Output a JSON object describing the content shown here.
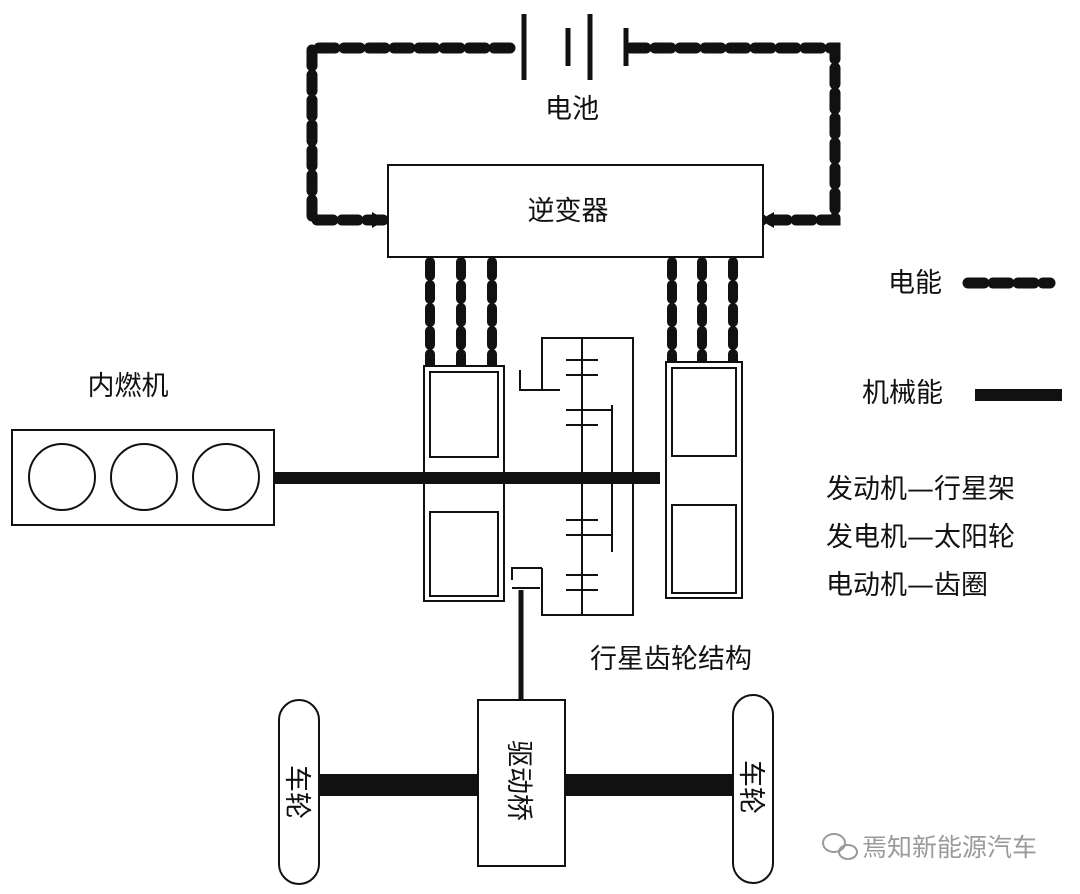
{
  "labels": {
    "battery": "电池",
    "inverter": "逆变器",
    "engine": "内燃机",
    "planetary": "行星齿轮结构",
    "drive_axle": "驱动桥",
    "wheel_left": "车轮",
    "wheel_right": "车轮"
  },
  "legend": {
    "electric": "电能",
    "mechanical": "机械能"
  },
  "notes": [
    "发动机—行星架",
    "发电机—太阳轮",
    "电动机—齿圈"
  ],
  "watermark": "焉知新能源汽车",
  "colors": {
    "line": "#111111",
    "watermark": "#9a9a9a"
  },
  "icons": {
    "watermark": "wechat-icon"
  }
}
